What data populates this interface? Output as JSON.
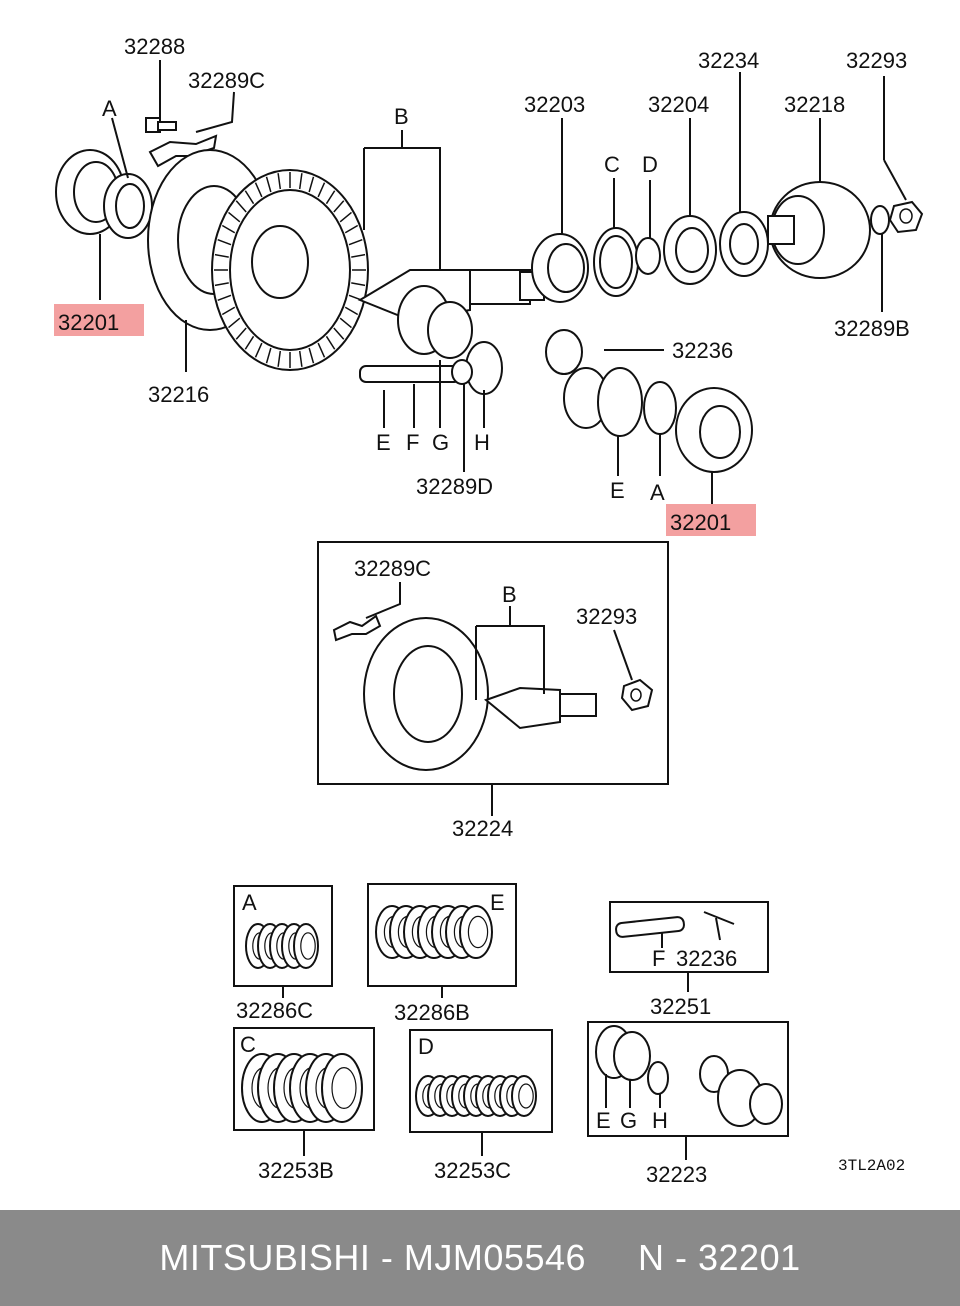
{
  "diagram": {
    "diagram_code": "3TL2A02",
    "labels": {
      "l32288": "32288",
      "l32289C_top": "32289C",
      "lA_top": "A",
      "l32201_left": "32201",
      "l32216": "32216",
      "lB_top": "B",
      "l32203": "32203",
      "lC_top": "C",
      "lD_top": "D",
      "l32204": "32204",
      "l32234": "32234",
      "l32218": "32218",
      "l32293_top": "32293",
      "l32289B": "32289B",
      "l32236_top": "32236",
      "lE_mid": "E",
      "lF_mid": "F",
      "lG_mid": "G",
      "lH_mid": "H",
      "l32289D": "32289D",
      "lE_right": "E",
      "lA_right": "A",
      "l32201_right": "32201",
      "l32289C_box": "32289C",
      "lB_box": "B",
      "l32293_box": "32293",
      "l32224": "32224",
      "lA_kit": "A",
      "l32286C": "32286C",
      "lE_kit": "E",
      "l32286B": "32286B",
      "lF_kit": "F",
      "l32236_kit": "32236",
      "l32251": "32251",
      "lC_kit": "C",
      "l32253B": "32253B",
      "lD_kit": "D",
      "l32253C": "32253C",
      "lE_set": "E",
      "lG_set": "G",
      "lH_set": "H",
      "l32223": "32223"
    }
  },
  "footer": {
    "brand": "MITSUBISHI",
    "separator": "-",
    "part_number": "MJM05546",
    "ref": "N - 32201"
  },
  "colors": {
    "highlight": "#f3a0a0",
    "footer_bg": "#8a8a8a",
    "ink": "#111111"
  }
}
